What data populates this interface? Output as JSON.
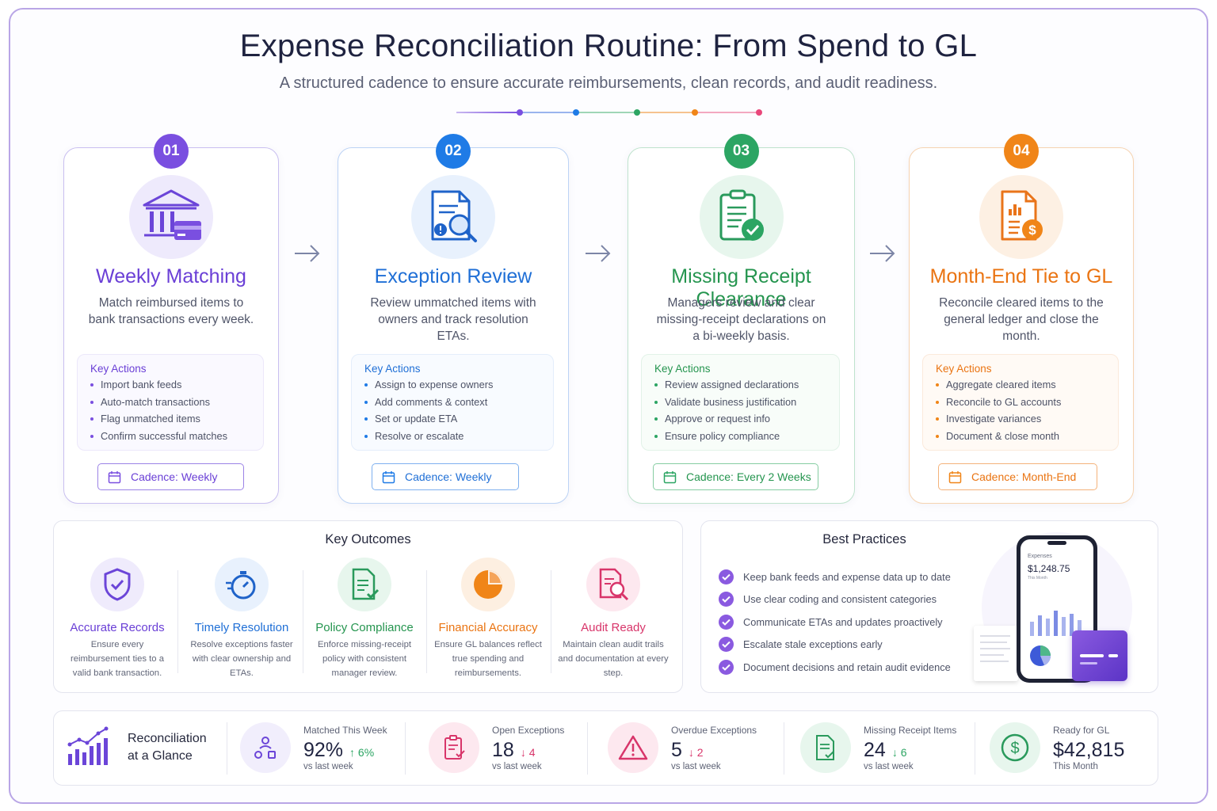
{
  "header": {
    "title": "Expense Reconciliation Routine: From Spend to GL",
    "subtitle": "A structured cadence to ensure accurate reimbursements, clean records, and audit readiness."
  },
  "colors": {
    "purple": "#7a4fe0",
    "blue": "#1f7be6",
    "green": "#2ca563",
    "orange": "#f08518",
    "pink": "#e9477a"
  },
  "steps": [
    {
      "number": "01",
      "icon": "bank-card-icon",
      "title": "Weekly Matching",
      "description": "Match reimbursed items to bank transactions every week.",
      "key_actions_label": "Key Actions",
      "actions": [
        "Import bank feeds",
        "Auto-match transactions",
        "Flag unmatched items",
        "Confirm successful matches"
      ],
      "cadence": "Cadence: Weekly"
    },
    {
      "number": "02",
      "icon": "document-search-icon",
      "title": "Exception Review",
      "description": "Review ummatched items with owners and track resolution ETAs.",
      "key_actions_label": "Key Actions",
      "actions": [
        "Assign to expense owners",
        "Add comments & context",
        "Set or update ETA",
        "Resolve or escalate"
      ],
      "cadence": "Cadence: Weekly"
    },
    {
      "number": "03",
      "icon": "clipboard-check-icon",
      "title": "Missing Receipt Clearance",
      "description": "Managers review and clear missing-receipt declarations on a bi-weekly basis.",
      "key_actions_label": "Key Actions",
      "actions": [
        "Review assigned declarations",
        "Validate business justification",
        "Approve or request info",
        "Ensure policy compliance"
      ],
      "cadence": "Cadence: Every 2 Weeks"
    },
    {
      "number": "04",
      "icon": "report-dollar-icon",
      "title": "Month-End Tie to GL",
      "description": "Reconcile cleared items to the general ledger and close the month.",
      "key_actions_label": "Key Actions",
      "actions": [
        "Aggregate cleared items",
        "Reconcile to GL accounts",
        "Investigate variances",
        "Document & close month"
      ],
      "cadence": "Cadence: Month-End"
    }
  ],
  "outcomes": {
    "title": "Key Outcomes",
    "items": [
      {
        "icon": "shield-check-icon",
        "title": "Accurate Records",
        "description": "Ensure every reimbursement ties to a valid bank transaction."
      },
      {
        "icon": "stopwatch-icon",
        "title": "Timely Resolution",
        "description": "Resolve exceptions faster with clear ownership and ETAs."
      },
      {
        "icon": "document-check-icon",
        "title": "Policy Compliance",
        "description": "Enforce missing-receipt policy with consistent manager review."
      },
      {
        "icon": "pie-chart-icon",
        "title": "Financial Accuracy",
        "description": "Ensure GL balances reflect true spending and reimbursements."
      },
      {
        "icon": "audit-search-icon",
        "title": "Audit Ready",
        "description": "Maintain clean audit trails and documentation at every step."
      }
    ]
  },
  "best_practices": {
    "title": "Best Practices",
    "items": [
      "Keep bank feeds and expense data up to date",
      "Use clear coding and consistent categories",
      "Communicate ETAs and updates proactively",
      "Escalate stale exceptions early",
      "Document decisions and retain audit evidence"
    ],
    "phone": {
      "label": "Expenses",
      "amount": "$1,248.75",
      "period": "This Month"
    }
  },
  "glance": {
    "title_line1": "Reconciliation",
    "title_line2": "at a Glance",
    "metrics": [
      {
        "icon": "people-icon",
        "label": "Matched This Week",
        "value": "92%",
        "delta": "↑ 6%",
        "sub": "vs last week"
      },
      {
        "icon": "clipboard-icon",
        "label": "Open Exceptions",
        "value": "18",
        "delta": "↓ 4",
        "sub": "vs last week"
      },
      {
        "icon": "warning-icon",
        "label": "Overdue Exceptions",
        "value": "5",
        "delta": "↓ 2",
        "sub": "vs last week"
      },
      {
        "icon": "receipt-icon",
        "label": "Missing Receipt Items",
        "value": "24",
        "delta": "↓ 6",
        "sub": "vs last week"
      },
      {
        "icon": "dollar-icon",
        "label": "Ready for GL",
        "value": "$42,815",
        "delta": "",
        "sub": "This Month"
      }
    ]
  }
}
